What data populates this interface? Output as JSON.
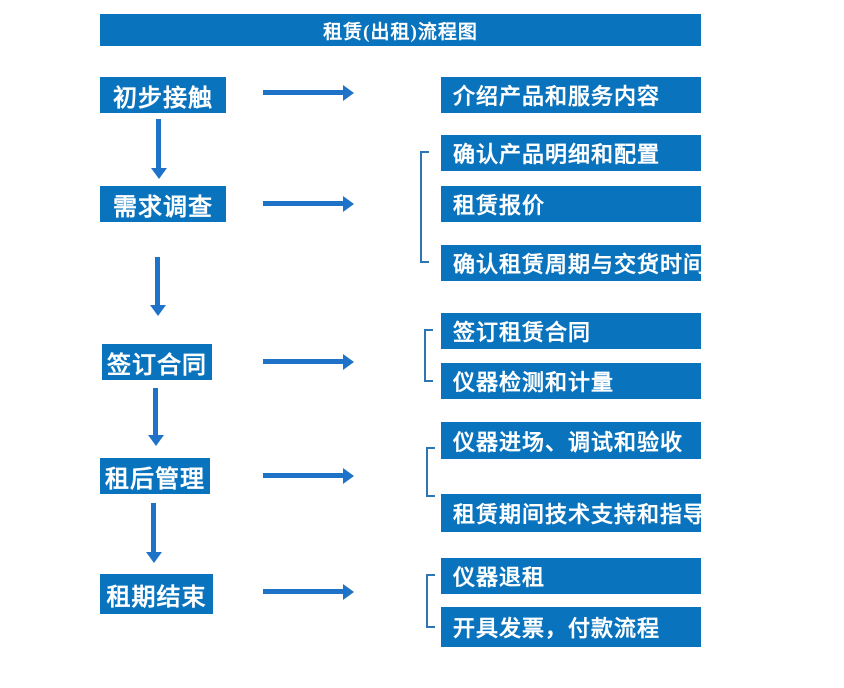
{
  "title": "租赁(出租)流程图",
  "colors": {
    "primary_blue": "#0a73bd",
    "arrow_blue": "#1e73c8",
    "bracket_blue": "#2e75b6",
    "text_white": "#ffffff"
  },
  "steps": [
    {
      "label": "初步接触",
      "outputs": [
        "介绍产品和服务内容"
      ]
    },
    {
      "label": "需求调查",
      "outputs": [
        "确认产品明细和配置",
        "租赁报价",
        "确认租赁周期与交货时间"
      ]
    },
    {
      "label": "签订合同",
      "outputs": [
        "签订租赁合同",
        "仪器检测和计量"
      ]
    },
    {
      "label": "租后管理",
      "outputs": [
        "仪器进场、调试和验收",
        "租赁期间技术支持和指导"
      ]
    },
    {
      "label": "租期结束",
      "outputs": [
        "仪器退租",
        "开具发票，付款流程"
      ]
    }
  ]
}
